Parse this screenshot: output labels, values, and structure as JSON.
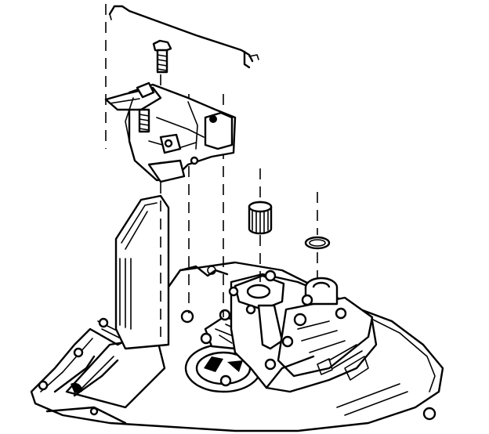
{
  "diagram": {
    "parts": [
      "detent-spring-rod",
      "mounting-bolt",
      "shift-bracket-assembly",
      "roller-bearing",
      "o-ring-seal",
      "valve-body-plate",
      "transaxle-case"
    ],
    "colors": {
      "line": "#000000",
      "background": "#ffffff"
    }
  }
}
